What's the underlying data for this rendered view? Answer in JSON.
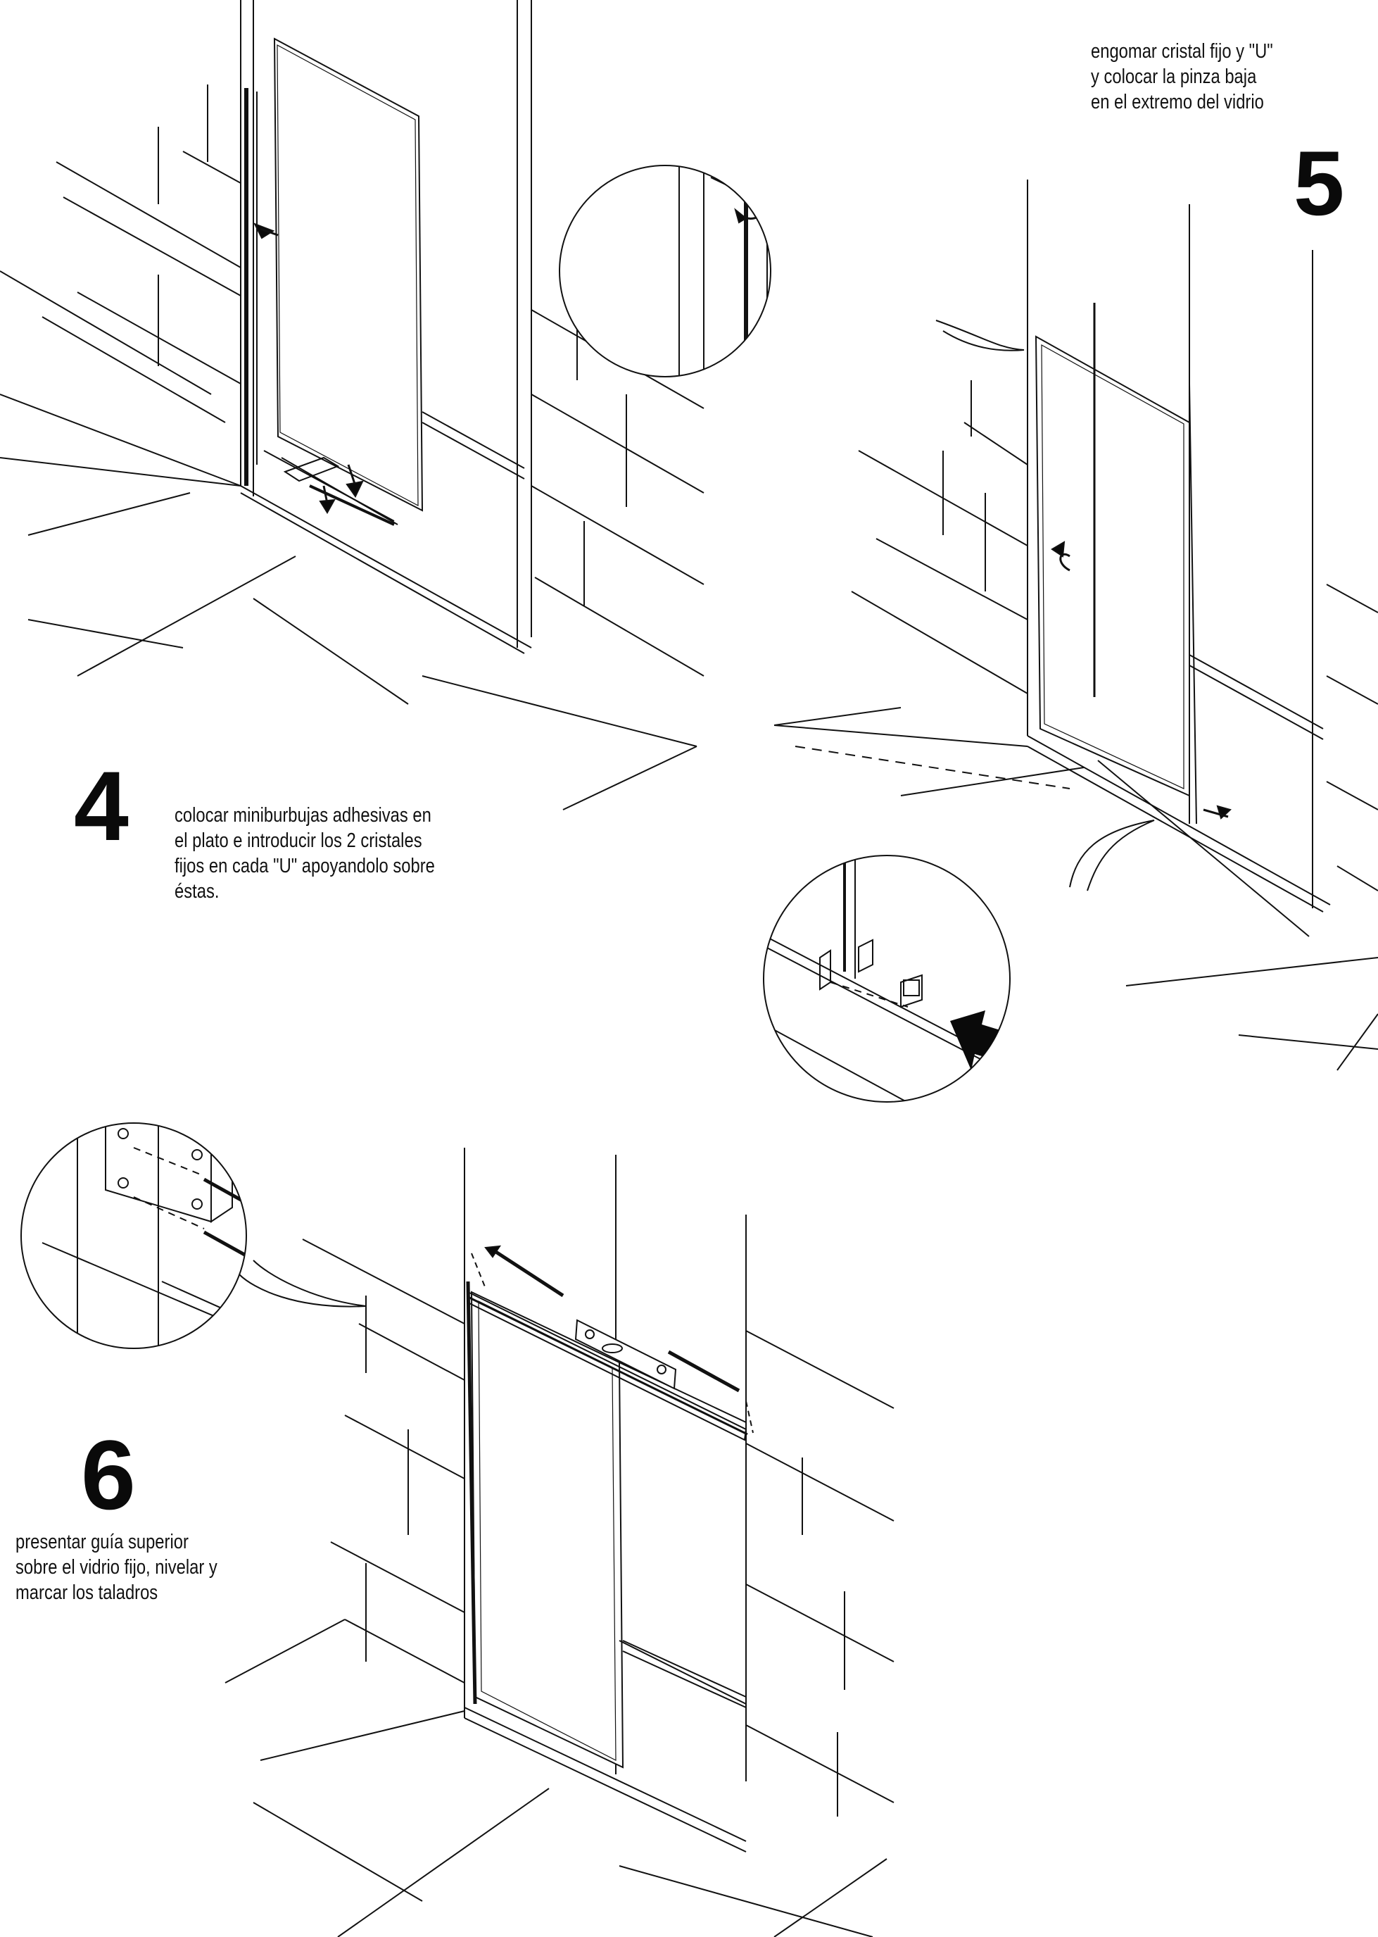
{
  "steps": [
    {
      "number": "4",
      "lines": [
        "colocar miniburbujas adhesivas en",
        "el plato e introducir los 2 cristales",
        "fijos en cada \"U\" apoyandolo sobre",
        "éstas."
      ]
    },
    {
      "number": "5",
      "lines": [
        "engomar cristal fijo y \"U\"",
        "y colocar la pinza baja",
        "en el extremo del vidrio"
      ]
    },
    {
      "number": "6",
      "lines": [
        "presentar guía superior",
        "sobre el vidrio fijo, nivelar y",
        "marcar los taladros"
      ]
    }
  ],
  "colors": {
    "ink": "#111111",
    "paper": "#ffffff",
    "arrow": "#0a0a0a"
  }
}
